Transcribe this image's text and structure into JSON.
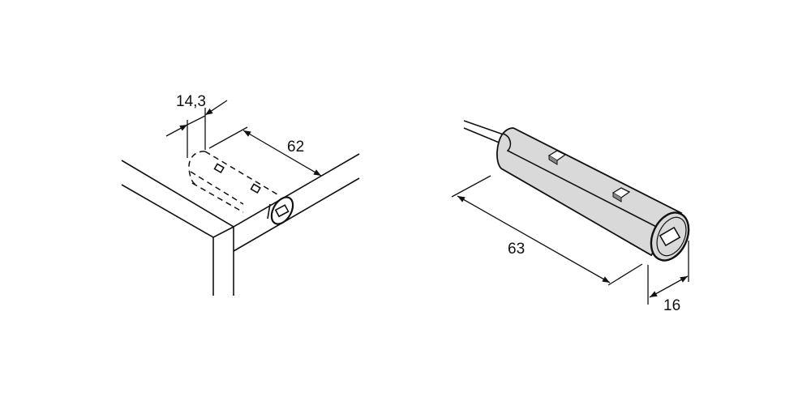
{
  "left_drawing": {
    "dim_diameter": "14,3",
    "dim_depth": "62"
  },
  "right_drawing": {
    "dim_length": "63",
    "dim_diameter": "16"
  },
  "colors": {
    "body": "#d9d9d9",
    "line": "#111111"
  }
}
